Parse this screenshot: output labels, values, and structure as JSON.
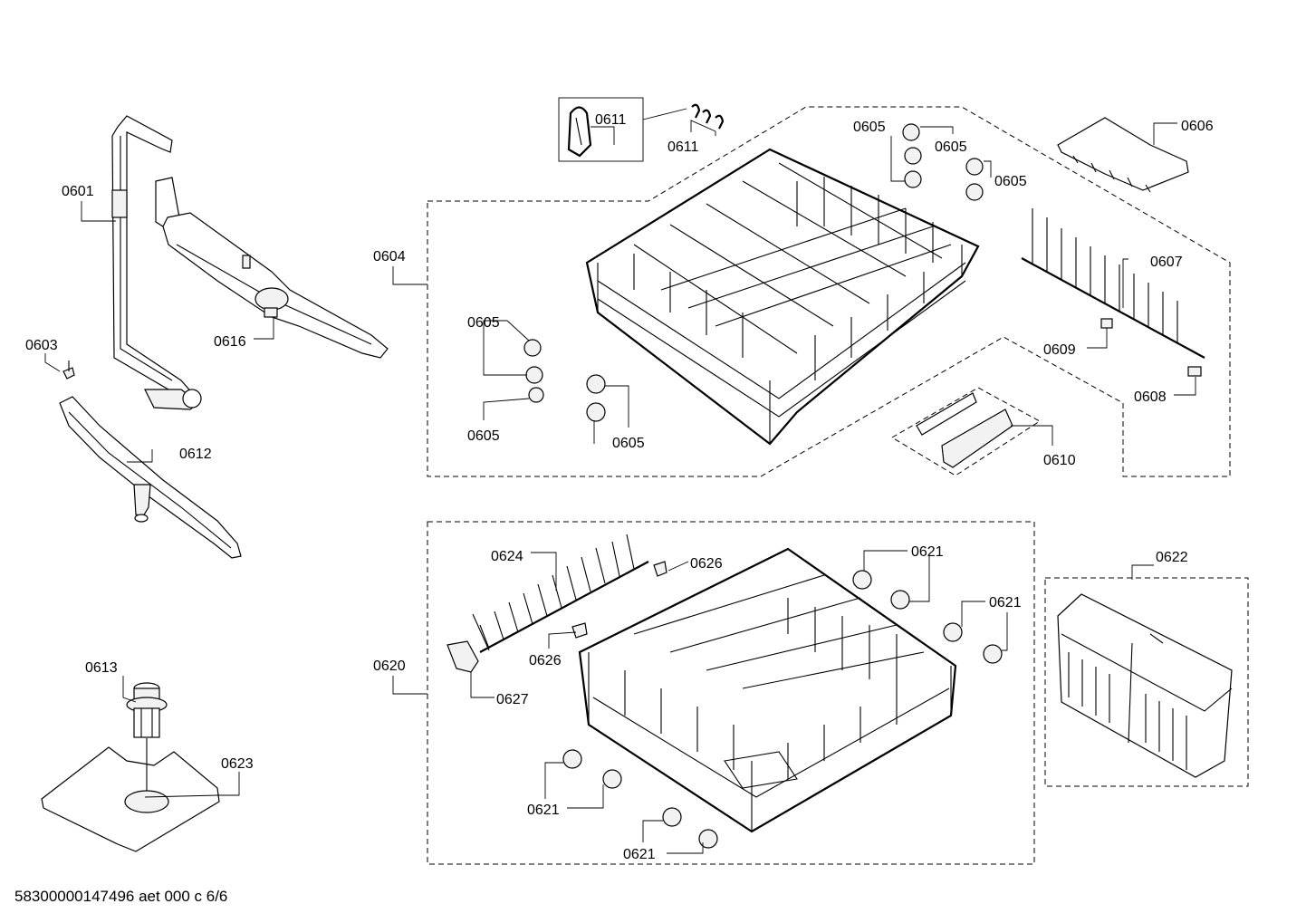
{
  "footer": "58300000147496 aet 000 c 6/6",
  "labels": {
    "l0601": "0601",
    "l0603": "0603",
    "l0616": "0616",
    "l0612": "0612",
    "l0613": "0613",
    "l0623": "0623",
    "l0604": "0604",
    "l0611a": "0611",
    "l0611b": "0611",
    "l0605a": "0605",
    "l0605b": "0605",
    "l0605c": "0605",
    "l0605d": "0605",
    "l0605e": "0605",
    "l0605f": "0605",
    "l0606": "0606",
    "l0607": "0607",
    "l0609": "0609",
    "l0608": "0608",
    "l0610": "0610",
    "l0620": "0620",
    "l0624": "0624",
    "l0626a": "0626",
    "l0626b": "0626",
    "l0627": "0627",
    "l0621a": "0621",
    "l0621b": "0621",
    "l0621c": "0621",
    "l0621d": "0621",
    "l0622": "0622"
  }
}
